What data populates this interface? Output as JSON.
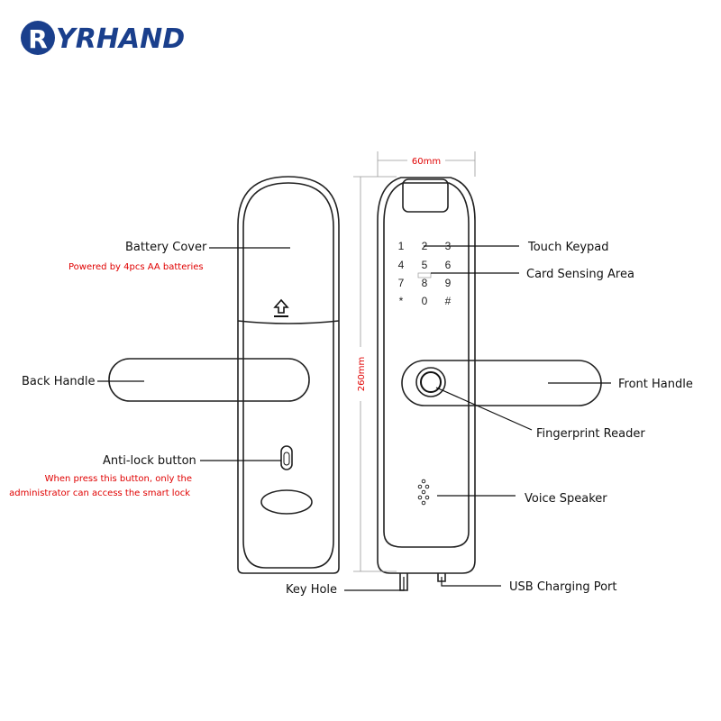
{
  "brand": {
    "logo_text": "YRHAND",
    "logo_mark": "R",
    "color": "#1a3f8c"
  },
  "dimensions": {
    "width": "60mm",
    "height": "260mm",
    "color": "#e00000"
  },
  "back_labels": {
    "battery_cover": "Battery Cover",
    "battery_note": "Powered by 4pcs AA batteries",
    "back_handle": "Back Handle",
    "anti_lock": "Anti-lock button",
    "anti_lock_note_1": "When press this button, only the",
    "anti_lock_note_2": "administrator can access the smart lock",
    "key_hole": "Key Hole"
  },
  "front_labels": {
    "touch_keypad": "Touch Keypad",
    "card_sensing": "Card Sensing Area",
    "front_handle": "Front Handle",
    "fingerprint": "Fingerprint Reader",
    "voice_speaker": "Voice Speaker",
    "usb_port": "USB Charging Port"
  },
  "keypad": [
    "1",
    "2",
    "3",
    "4",
    "5",
    "6",
    "7",
    "8",
    "9",
    "*",
    "0",
    "#"
  ]
}
